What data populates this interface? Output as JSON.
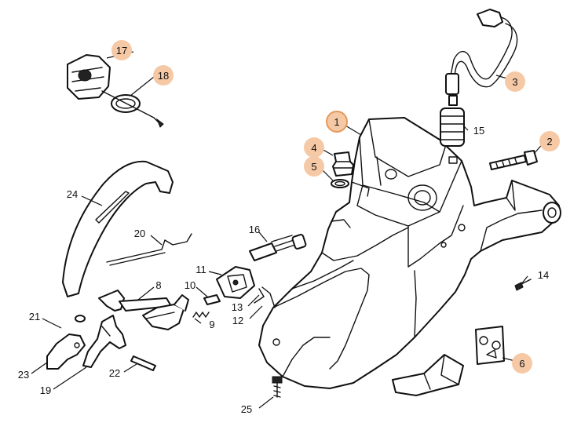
{
  "callouts": [
    {
      "id": "1",
      "highlighted": true,
      "ring": true
    },
    {
      "id": "2",
      "highlighted": true
    },
    {
      "id": "3",
      "highlighted": true
    },
    {
      "id": "4",
      "highlighted": true
    },
    {
      "id": "5",
      "highlighted": true
    },
    {
      "id": "6",
      "highlighted": true
    },
    {
      "id": "8",
      "highlighted": false
    },
    {
      "id": "9",
      "highlighted": false
    },
    {
      "id": "10",
      "highlighted": false
    },
    {
      "id": "11",
      "highlighted": false
    },
    {
      "id": "12",
      "highlighted": false
    },
    {
      "id": "13",
      "highlighted": false
    },
    {
      "id": "14",
      "highlighted": false
    },
    {
      "id": "15",
      "highlighted": false
    },
    {
      "id": "16",
      "highlighted": false
    },
    {
      "id": "17",
      "highlighted": true
    },
    {
      "id": "18",
      "highlighted": true
    },
    {
      "id": "19",
      "highlighted": false
    },
    {
      "id": "20",
      "highlighted": false
    },
    {
      "id": "21",
      "highlighted": false
    },
    {
      "id": "22",
      "highlighted": false
    },
    {
      "id": "23",
      "highlighted": false
    },
    {
      "id": "24",
      "highlighted": false
    },
    {
      "id": "25",
      "highlighted": false
    }
  ],
  "colors": {
    "highlight_fill": "#f6c9a6",
    "highlight_ring": "#e39a5c",
    "line": "#111111"
  }
}
